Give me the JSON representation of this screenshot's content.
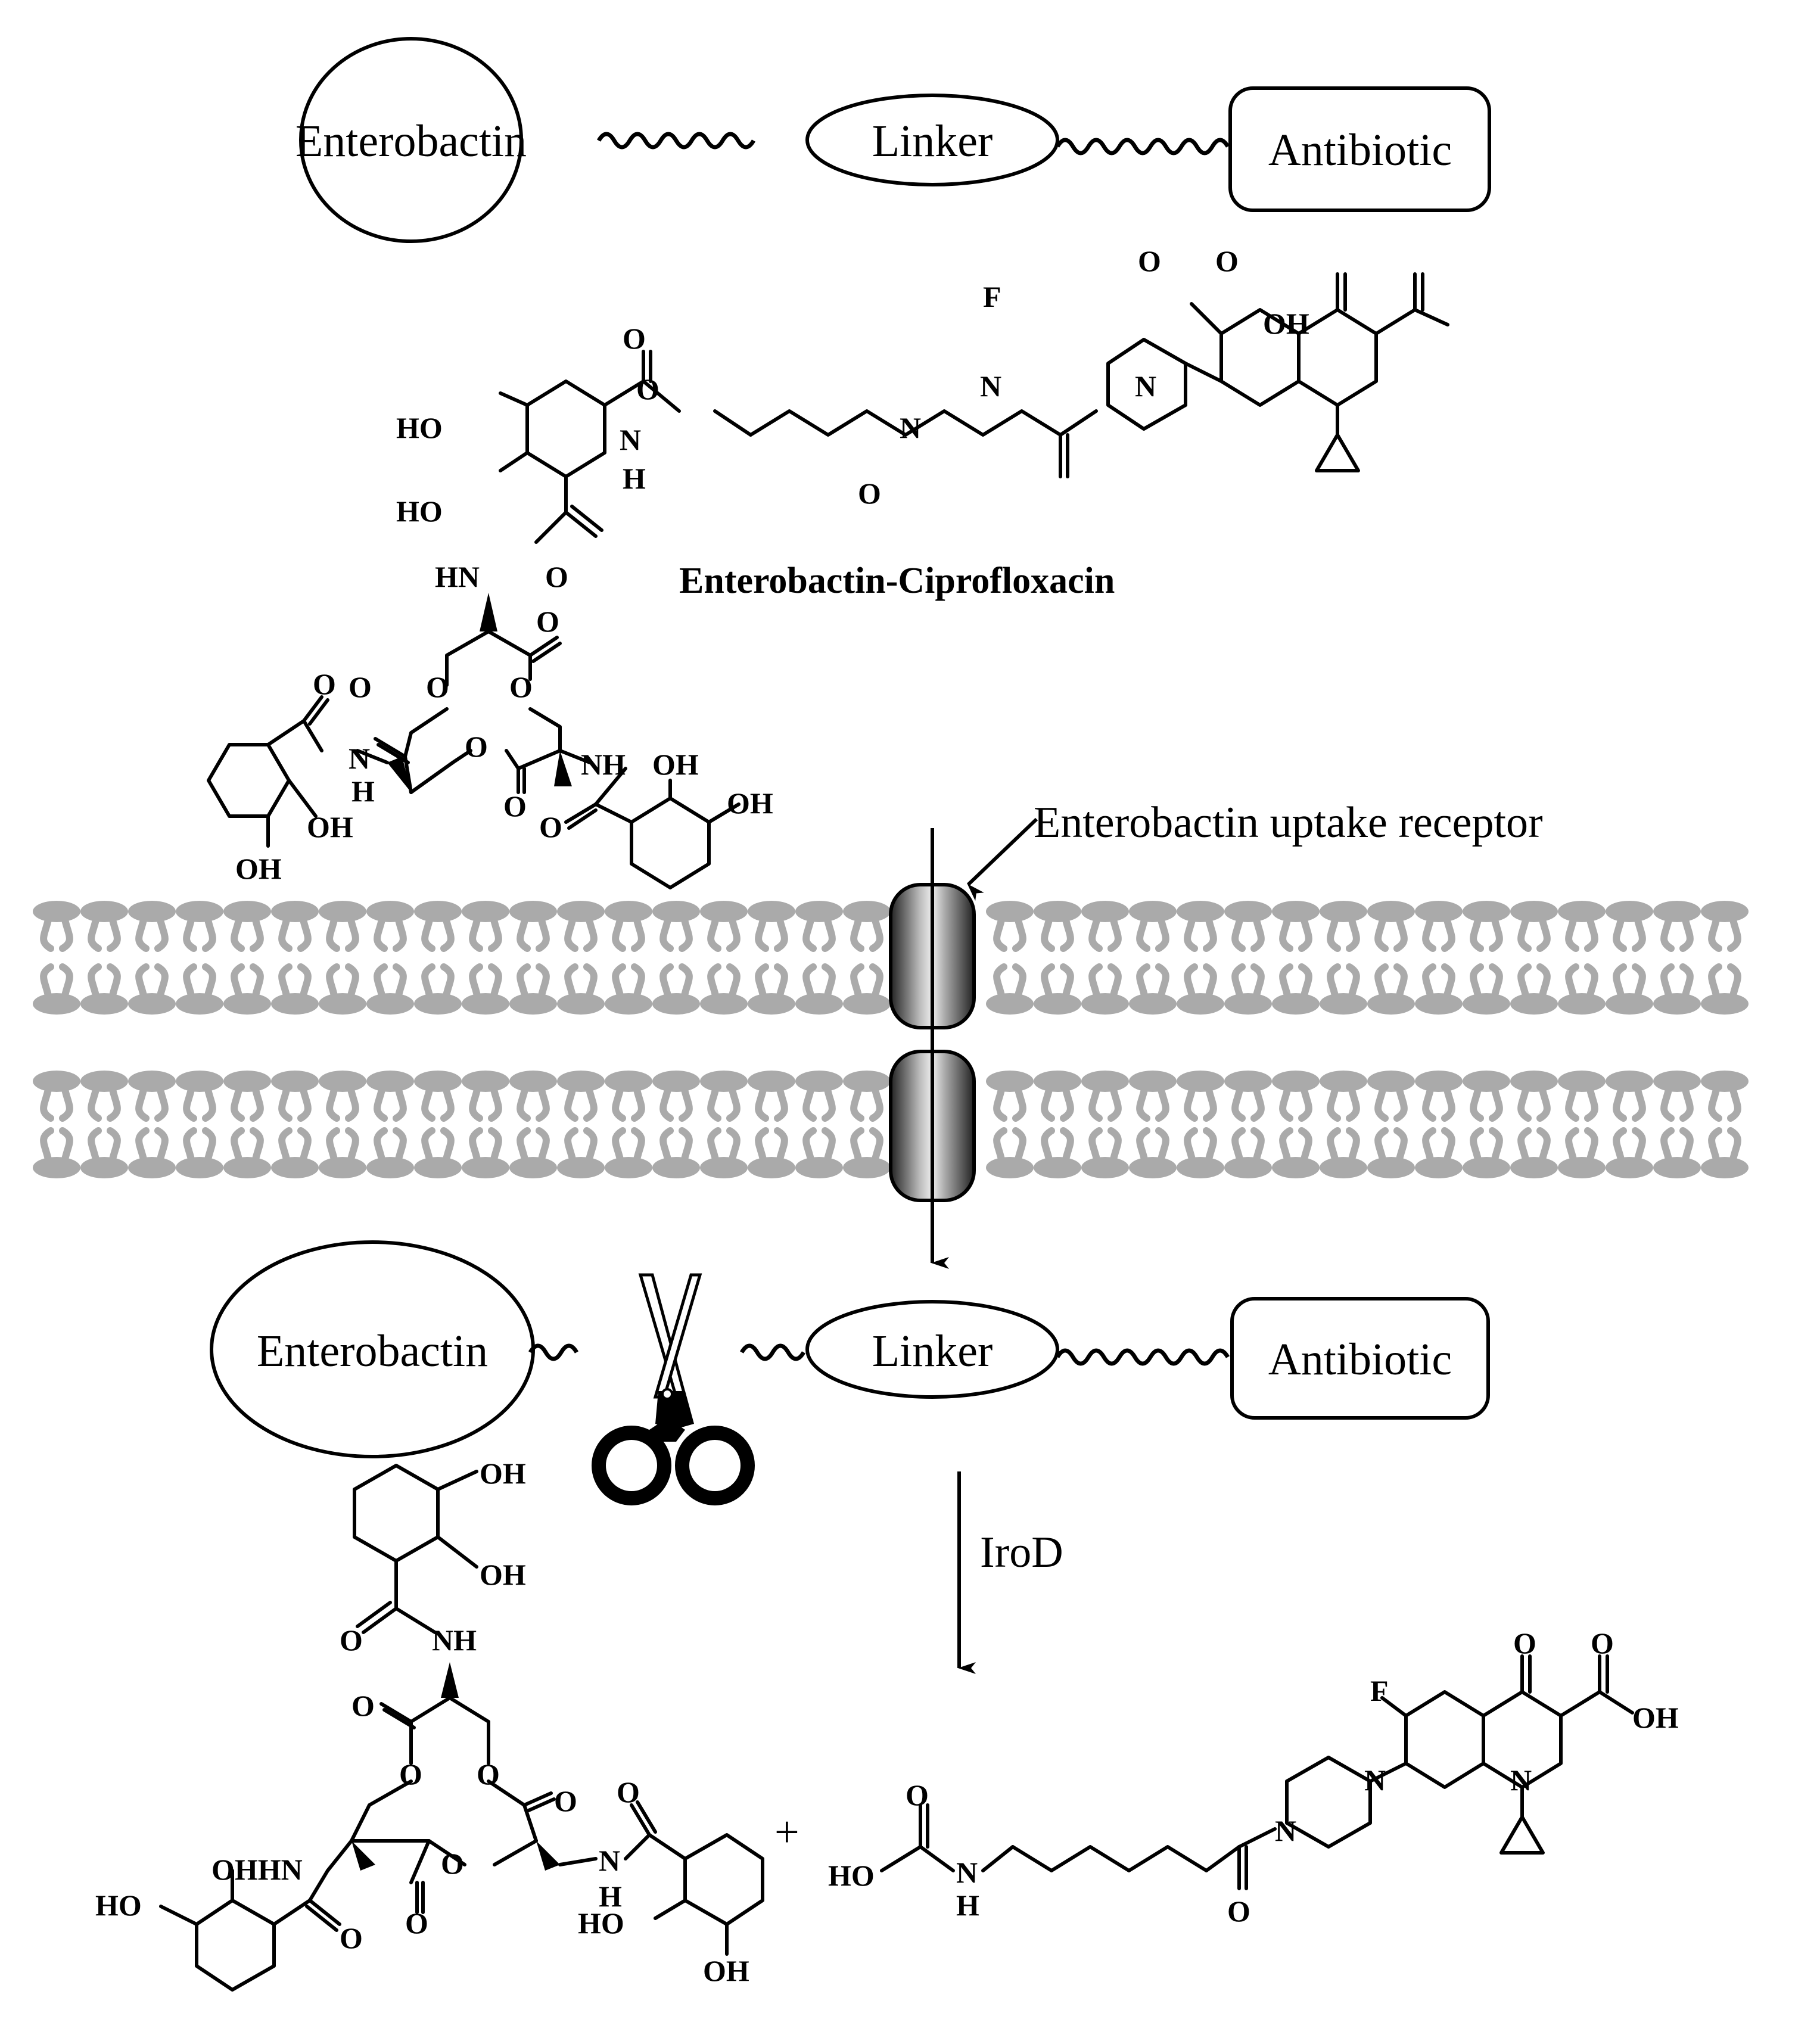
{
  "scheme_top": {
    "enterobactin": "Enterobactin",
    "linker": "Linker",
    "antibiotic": "Antibiotic"
  },
  "conjugate": {
    "name": "Enterobactin-Ciprofloxacin",
    "atoms": {
      "ho1": "HO",
      "ho2": "HO",
      "o_amide1": "O",
      "n_amide1": "N",
      "h_amide1": "H",
      "o_ketone": "O",
      "n_pip1": "N",
      "n_pip2": "N",
      "f": "F",
      "o_quin": "O",
      "o_acid": "O",
      "oh_acid": "OH",
      "n_quin": "N",
      "hn_core": "HN",
      "o_core_amide": "O",
      "o_ring1": "O",
      "o_ring2": "O",
      "o_ring3": "O",
      "o_carb1": "O",
      "o_carb2": "O",
      "o_carb3": "O",
      "o_amide2": "O",
      "n_amide2": "N",
      "h_amide2": "H",
      "oh_left1": "OH",
      "oh_left2": "OH",
      "nh_right": "NH",
      "oh_right1": "OH",
      "oh_right2": "OH",
      "o_amide3": "O"
    }
  },
  "membrane": {
    "receptor_label": "Enterobactin uptake receptor"
  },
  "scheme_bottom": {
    "enterobactin": "Enterobactin",
    "linker": "Linker",
    "antibiotic": "Antibiotic",
    "enzyme": "IroD"
  },
  "products": {
    "plus": "+",
    "left_atoms": {
      "oh_top1": "OH",
      "oh_top2": "OH",
      "o_amide_top": "O",
      "nh_top": "NH",
      "o_carb1": "O",
      "o_ring1": "O",
      "o_ring2": "O",
      "o_carb2": "O",
      "ohhn": "OHHN",
      "o_ring3": "O",
      "o_carb3": "O",
      "ho_left": "HO",
      "o_amide_left": "O",
      "n_right": "N",
      "h_right": "H",
      "o_amide_right": "O",
      "ho_right": "HO",
      "oh_right": "OH"
    },
    "right_atoms": {
      "ho": "HO",
      "o_carbamic": "O",
      "n": "N",
      "h": "H",
      "o_ketone": "O",
      "n_pip1": "N",
      "n_pip2": "N",
      "f": "F",
      "o_quin": "O",
      "o_acid": "O",
      "oh_acid": "OH",
      "n_quin": "N"
    }
  }
}
